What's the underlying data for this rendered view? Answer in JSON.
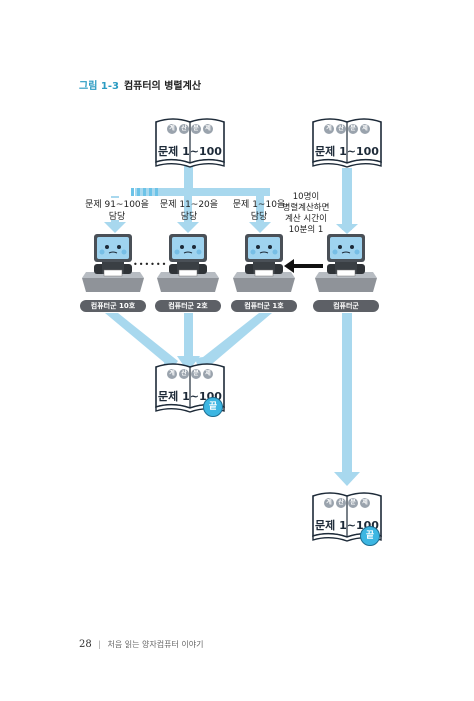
{
  "figure": {
    "number": "그림 1-3",
    "title": "컴퓨터의 병렬계산"
  },
  "books": [
    {
      "badge": [
        "계",
        "산",
        "문",
        "제"
      ],
      "title": "문제 1~100"
    },
    {
      "badge": [
        "계",
        "산",
        "문",
        "제"
      ],
      "title": "문제 1~100"
    },
    {
      "badge": [
        "계",
        "산",
        "문",
        "제"
      ],
      "title": "문제 1~100",
      "stamp": "끝"
    },
    {
      "badge": [
        "계",
        "산",
        "문",
        "제"
      ],
      "title": "문제 1~100",
      "stamp": "끝"
    }
  ],
  "tasks": [
    {
      "line1": "문제 91~100을",
      "line2": "담당"
    },
    {
      "line1": "문제 11~20을",
      "line2": "담당"
    },
    {
      "line1": "문제 1~10을",
      "line2": "담당"
    }
  ],
  "annotation": [
    "10명이",
    "병렬계산하면",
    "계산 시간이",
    "10분의 1"
  ],
  "ellipsis": "••••••",
  "computers": [
    {
      "label": "컴퓨터군 10호"
    },
    {
      "label": "컴퓨터군 2호"
    },
    {
      "label": "컴퓨터군 1호"
    },
    {
      "label": "컴퓨터군"
    }
  ],
  "footer": {
    "page_number": "28",
    "separator": "|",
    "book_title": "처음 읽는 양자컴퓨터 이야기"
  },
  "colors": {
    "accent_blue": "#2a9bc2",
    "arrow_light_blue": "#a8d8ee",
    "arrow_dashed": "#6cc3e8",
    "book_outline": "#1d2a38",
    "label_gray": "#5d6066",
    "stamp_blue": "#3cb6e2"
  }
}
